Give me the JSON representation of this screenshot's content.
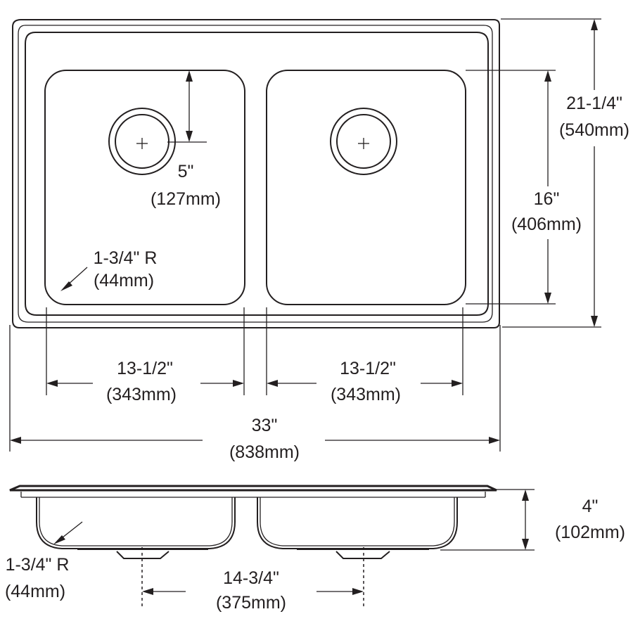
{
  "dimensions": {
    "drain_offset": {
      "imperial": "5\"",
      "metric": "(127mm)"
    },
    "bowl_corner_radius_top": {
      "imperial": "1-3/4\" R",
      "metric": "(44mm)"
    },
    "left_bowl_width": {
      "imperial": "13-1/2\"",
      "metric": "(343mm)"
    },
    "right_bowl_width": {
      "imperial": "13-1/2\"",
      "metric": "(343mm)"
    },
    "overall_width": {
      "imperial": "33\"",
      "metric": "(838mm)"
    },
    "overall_depth": {
      "imperial": "21-1/4\"",
      "metric": "(540mm)"
    },
    "bowl_depth_front_back": {
      "imperial": "16\"",
      "metric": "(406mm)"
    },
    "bowl_height": {
      "imperial": "4\"",
      "metric": "(102mm)"
    },
    "bowl_corner_radius_side": {
      "imperial": "1-3/4\" R",
      "metric": "(44mm)"
    },
    "drain_spacing": {
      "imperial": "14-3/4\"",
      "metric": "(375mm)"
    }
  }
}
